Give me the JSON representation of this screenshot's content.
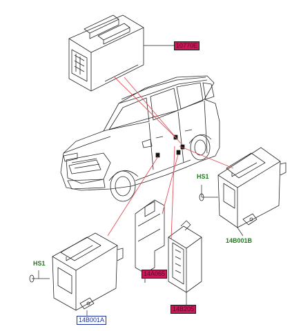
{
  "callouts": {
    "part_top_module": "10770E",
    "part_right_module": "14B001B",
    "part_left_module": "14B001A",
    "bracket": "14A065",
    "center_module": "14B205",
    "screw_right": "HS1",
    "screw_left": "HS1"
  },
  "colors": {
    "leader_red": "#e0505a",
    "leader_black": "#222222",
    "magenta_tag": "#c8185a",
    "blue_tag": "#1a2fa0",
    "green_text": "#1f7a1f"
  }
}
